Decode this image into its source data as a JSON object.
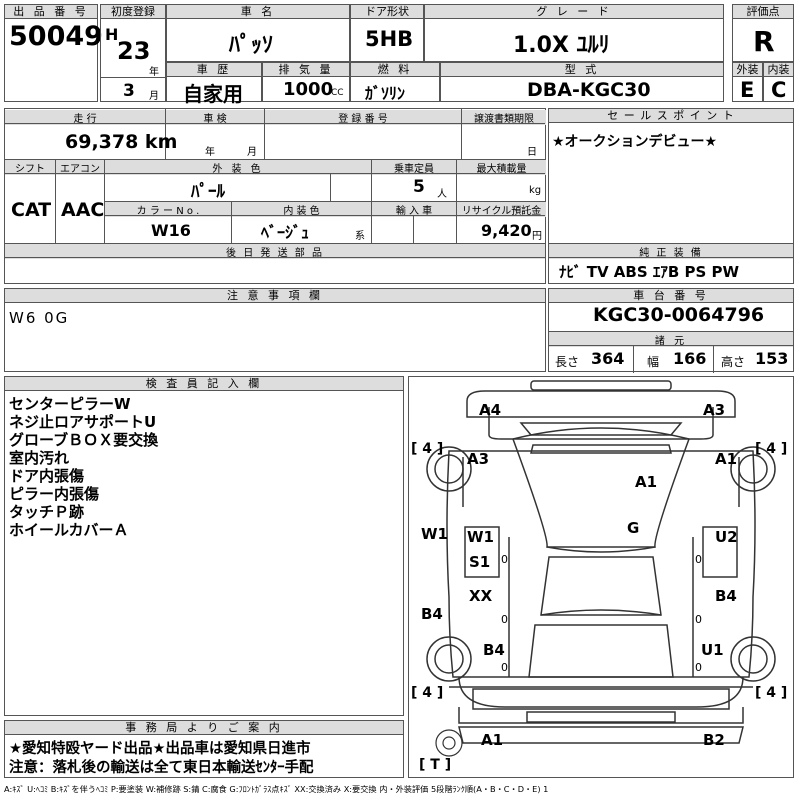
{
  "row1": {
    "lot_label": "出 品 番 号",
    "lot": "50049",
    "first_reg_label": "初度登録",
    "era": "H",
    "year": "23",
    "year_unit": "年",
    "month": "3",
    "month_unit": "月",
    "name_label": "車 名",
    "name": "ﾊﾟｯｿ",
    "door_label": "ドア形状",
    "door": "5HB",
    "grade_label": "グ レ ー ド",
    "grade": "1.0X ﾕﾙﾘ",
    "score_label": "評価点",
    "score": "R",
    "history_label": "車 歴",
    "history": "自家用",
    "disp_label": "排 気 量",
    "disp": "1000",
    "disp_unit": "CC",
    "fuel_label": "燃 料",
    "fuel": "ｶﾞｿﾘﾝ",
    "model_label": "型 式",
    "model": "DBA-KGC30",
    "ext_label": "外装",
    "ext": "E",
    "int_label": "内装",
    "int": "C"
  },
  "row2": {
    "mileage_label": "走 行",
    "mileage": "69,378 km",
    "inspection_label": "車 検",
    "year_unit": "年",
    "month_unit": "月",
    "reg_no_label": "登 録 番 号",
    "handover_label": "譲渡書類期限",
    "day_unit": "日",
    "shift_label": "シフト",
    "shift": "CAT",
    "ac_label": "エアコン",
    "ac": "AAC",
    "ext_color_label": "外 装 色",
    "ext_color": "ﾊﾟｰﾙ",
    "capacity_label": "乗車定員",
    "capacity": "5",
    "capacity_unit": "人",
    "load_label": "最大積載量",
    "load_unit": "kg",
    "color_no_label": "カ ラ ー N o .",
    "color_no": "W16",
    "int_color_label": "内 装 色",
    "int_color": "ﾍﾞｰｼﾞｭ",
    "int_color_unit": "系",
    "import_label": "輸 入 車",
    "recycle_label": "リサイクル預託金",
    "recycle": "9,420",
    "recycle_unit": "円",
    "later_parts_label": "後 日 発 送 部 品"
  },
  "sales": {
    "label": "セ ー ル ス ポ イ ン ト",
    "text": "★オークションデビュー★",
    "equip_label": "純 正 装 備",
    "equip": "ﾅﾋﾞ TV ABS ｴｱB PS PW"
  },
  "notes": {
    "label": "注 意 事 項 欄",
    "text": "W6 0G"
  },
  "chassis": {
    "label": "車 台 番 号",
    "number": "KGC30-0064796",
    "dims_label": "諸 元",
    "len_label": "長さ",
    "len": "364",
    "wid_label": "幅",
    "wid": "166",
    "hgt_label": "高さ",
    "hgt": "153"
  },
  "inspector": {
    "label": "検 査 員 記 入 欄",
    "lines": [
      "センターピラーW",
      "ネジ止ロアサポートU",
      "グローブＢＯＸ要交換",
      "室内汚れ",
      "ドア内張傷",
      "ピラー内張傷",
      "タッチＰ跡",
      "ホイールカバーＡ"
    ]
  },
  "office": {
    "label": "事 務 局 よ り ご 案 内",
    "line1": "★愛知特殴ヤード出品★出品車は愛知県日進市",
    "line2": "注意：落札後の輸送は全て東日本輸送ｾﾝﾀｰ手配"
  },
  "diagram": {
    "marks": [
      "A4",
      "A3",
      "A3",
      "A1",
      "A1",
      "G",
      "W1",
      "W1",
      "S1",
      "U2",
      "XX",
      "B4",
      "B4",
      "B4",
      "U1",
      "A1",
      "B2"
    ],
    "tires": [
      "[ 4 ]",
      "[ 4 ]",
      "[ 4 ]",
      "[ 4 ]"
    ],
    "tread": "[ T ]",
    "zeros": [
      "0",
      "0",
      "0",
      "0",
      "0",
      "0"
    ]
  },
  "legend": "A:ｷｽﾞ U:ﾍｺﾐ B:ｷｽﾞを伴うﾍｺﾐ P:要塗装 W:補修跡 S:錆 C:腐食 G:ﾌﾛﾝﾄｶﾞﾗｽ点ｷｽﾞ XX:交換済み X:要交換 内・外装評価 5段階ﾗﾝｸ順(A・B・C・D・E) 1"
}
